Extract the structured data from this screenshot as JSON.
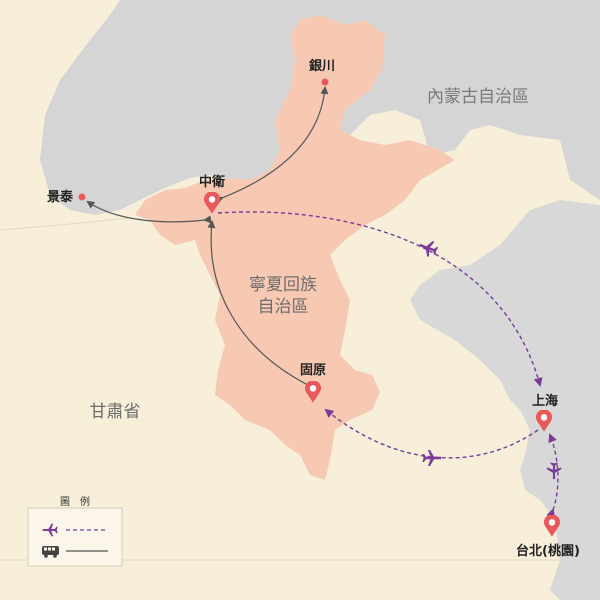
{
  "map": {
    "regions": [
      {
        "id": "inner-mongolia",
        "label": "內蒙古自治區",
        "color": "#d5d5d5"
      },
      {
        "id": "ningxia",
        "label_line1": "寧夏回族",
        "label_line2": "自治區",
        "color": "#f7c8b2"
      },
      {
        "id": "gansu",
        "label": "甘肅省",
        "color": "#f7efd9"
      }
    ],
    "cities": [
      {
        "id": "yinchuan",
        "label": "銀川",
        "marker": "dot"
      },
      {
        "id": "jingtai",
        "label": "景泰",
        "marker": "dot"
      },
      {
        "id": "zhongwei",
        "label": "中衛",
        "marker": "pin"
      },
      {
        "id": "guyuan",
        "label": "固原",
        "marker": "pin"
      },
      {
        "id": "shanghai",
        "label": "上海",
        "marker": "pin"
      },
      {
        "id": "taipei",
        "label": "台北(桃園)",
        "marker": "pin"
      }
    ],
    "routes": {
      "flight_color": "#7a3b9a",
      "bus_color": "#555555",
      "pin_color": "#e85a5a"
    },
    "legend": {
      "title": "圖　例",
      "items": [
        {
          "icon": "airplane-icon",
          "type": "flight"
        },
        {
          "icon": "bus-icon",
          "type": "bus"
        }
      ]
    }
  }
}
